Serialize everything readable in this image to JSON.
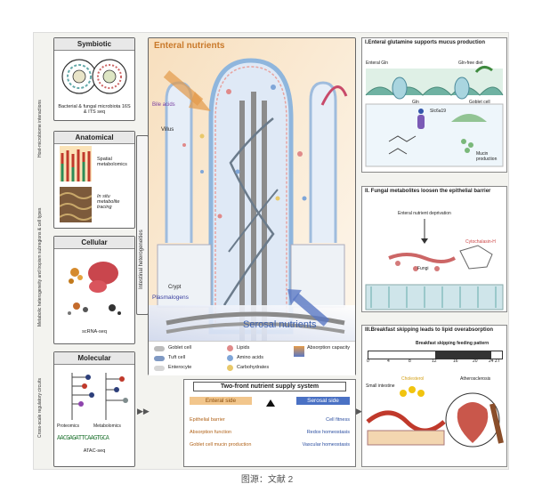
{
  "left_vertical_labels": {
    "host_microbiome": "Host-microbiome interactions",
    "metabolic": "Metabolic heterogeneity and tropism subregions & cell types",
    "cross_scale": "Cross-scale regulatory circuits"
  },
  "symbiotic": {
    "title": "Symbiotic",
    "caption": "Bacterial & fungal microbiota 16S & ITS seq"
  },
  "anatomical": {
    "title": "Anatomical",
    "item1": "Spatial metabolomics",
    "item2": "In situ metabolite tracing"
  },
  "cellular": {
    "title": "Cellular",
    "caption": "scRNA-seq"
  },
  "molecular": {
    "title": "Molecular",
    "proteomics": "Proteomics",
    "metabolomics": "Metabolomics",
    "atac": "ATAC-seq",
    "seq": "AACGAGATTCAAGTGCA"
  },
  "intestinal_label": "Intestinal heterogeneities",
  "center": {
    "enteral": "Enteral nutrients",
    "bile_acids": "Bile acids",
    "villus": "Villus",
    "crypt": "Crypt",
    "plasmalogens": "Plasmalogens",
    "serosal": "Serosal nutrients"
  },
  "legend": {
    "goblet": "Goblet cell",
    "tuft": "Tuft cell",
    "entero": "Enterocyte",
    "lipids": "Lipids",
    "amino": "Amino acids",
    "carbs": "Carbohydrates",
    "absorption": "Absorption capacity"
  },
  "two_front": {
    "title": "Two-front nutrient supply system",
    "enteral_side": "Enteral side",
    "serosal_side": "Serosal side",
    "left": [
      "Epithelial barrier",
      "Absorption function",
      "Goblet cell mucin production"
    ],
    "right": [
      "Cell fitness",
      "Redox homeostasis",
      "Vascular homeostasis"
    ]
  },
  "panel1": {
    "title": "I.Enteral glutamine supports mucus production",
    "enteral_gln": "Enteral Gln",
    "gln_free": "Gln-free diet",
    "gln": "Gln",
    "slc": "Slc6a19",
    "goblet": "Goblet cell",
    "mucin": "Mucin production"
  },
  "panel2": {
    "title": "II. Fungal metabolites loosen the epithelial barrier",
    "deprivation": "Enteral nutrient deprivation",
    "fungi": "Fungi",
    "cyto": "Cytochalasin-H"
  },
  "panel3": {
    "title": "III.Breakfast skipping leads to lipid overabsorption",
    "pattern": "Breakfast skipping feeding pattern",
    "ticks": [
      "0",
      "4",
      "8",
      "12",
      "16",
      "20",
      "24 ZT"
    ],
    "small_intestine": "Small intestine",
    "cholesterol": "Cholesterol",
    "athero": "Atherosclerosis"
  },
  "colors": {
    "enteral": "#c9792a",
    "serosal": "#3a5fb0",
    "villus": "#8fb6dd",
    "mucus": "#f1d7c7"
  },
  "caption": "图源：文献 2"
}
